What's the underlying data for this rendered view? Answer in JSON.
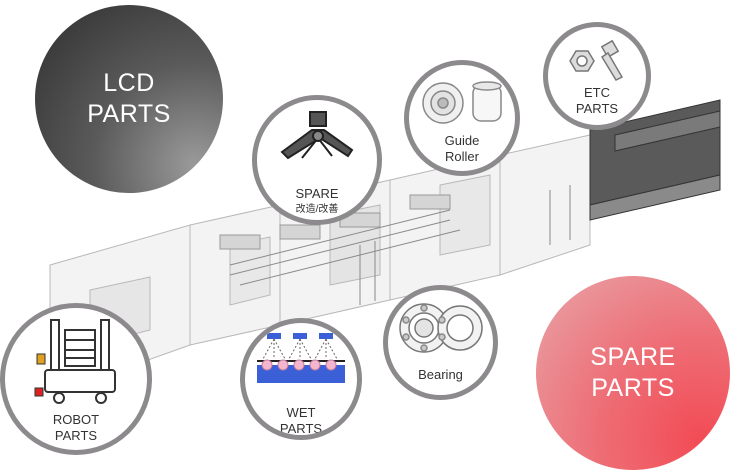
{
  "title_circle": {
    "line1": "LCD",
    "line2": "PARTS"
  },
  "accent_circle": {
    "line1": "SPARE",
    "line2": "PARTS"
  },
  "categories": [
    {
      "line1": "SPARE",
      "line2": "改造/改善"
    },
    {
      "line1": "Guide",
      "line2": "Roller"
    },
    {
      "line1": "ETC",
      "line2": "PARTS"
    },
    {
      "line1": "Bearing"
    },
    {
      "line1": "WET",
      "line2": "PARTS"
    },
    {
      "line1": "ROBOT",
      "line2": "PARTS"
    }
  ],
  "colors": {
    "ring_border": "#8d8a8d",
    "dark_circle": "#3a3a3a",
    "accent_circle": "#f24b55",
    "wet_blue": "#3a5fd6",
    "wet_pink": "#f4b6cf"
  },
  "icons": [
    "machine-line-illustration",
    "robot-arm-icon",
    "gripper-icon",
    "roller-icon",
    "bolt-nut-icon",
    "bearing-icon",
    "wet-spray-icon",
    "robot-cart-icon"
  ]
}
